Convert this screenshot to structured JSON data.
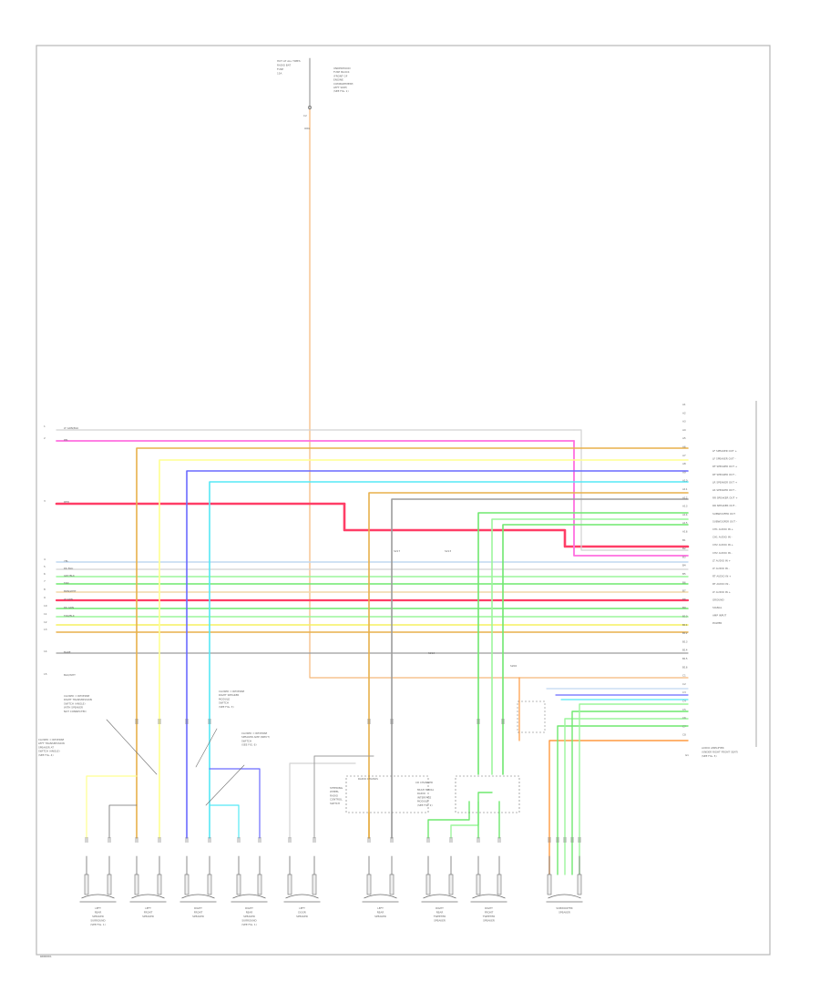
{
  "diagram": {
    "frame_id": "W000001",
    "colors": {
      "frame": "#b8b8b8",
      "ink": "#6e6e6e",
      "wire_orange": "#f5b87a",
      "wire_pink": "#ff6fe0",
      "wire_red": "#ff3d66",
      "wire_blue": "#6a6aff",
      "wire_cyan": "#55e8f5",
      "wire_yellow": "#f5f060",
      "wire_lightyellow": "#ffff90",
      "wire_gold": "#e8b04a",
      "wire_green": "#6fe86f",
      "wire_lightgreen": "#9cf59c",
      "wire_tan": "#f0d8a8",
      "wire_gray": "#9c9c9c",
      "wire_lightgray": "#d2d2d2",
      "wire_lightblue": "#c0d8f0",
      "wire_darkorange": "#ff9a40"
    },
    "top_connector": {
      "lines": [
        "HOT AT ALL TIMES",
        "RADIO BAT",
        "FUSE",
        "15A"
      ],
      "info": [
        "UNDERHOOD",
        "FUSE BLOCK",
        "(FRONT OF",
        "ENGINE",
        "COMPARTMENT,",
        "LEFT SIDE)",
        "(SEE FIG. 1)"
      ],
      "pin": "C2",
      "wire": "ORG"
    },
    "left_pins": [
      "1",
      "2",
      "3",
      "4",
      "5",
      "6",
      "7",
      "8",
      "9",
      "10",
      "11",
      "12",
      "13",
      "14",
      "15"
    ],
    "left_wire_labels": [
      "LT GRN/BLK",
      "PPL",
      "RED",
      "YEL",
      "DK BLU",
      "GRY/BLK",
      "TAN",
      "BRN/WHT",
      "LT GRN",
      "DK GRN",
      "TAN/BLK",
      "BARE",
      "BLK/WHT"
    ],
    "right_pins": [
      "A1",
      "A2",
      "A3",
      "A4",
      "A5",
      "A6",
      "A7",
      "A8",
      "A9",
      "A10",
      "A11",
      "A12",
      "A13",
      "A14",
      "A15",
      "A16",
      "B1",
      "B2",
      "B3",
      "B4",
      "B5",
      "B6",
      "B7",
      "B8",
      "B9",
      "B10",
      "B11",
      "B12",
      "B13",
      "B14",
      "B15",
      "B16",
      "C1",
      "C2",
      "C3",
      "C4",
      "C5",
      "C6",
      "C7",
      "C8"
    ],
    "right_signals": [
      "LF SPEAKER OUT +",
      "LF SPEAKER OUT -",
      "RF SPEAKER OUT +",
      "RF SPEAKER OUT -",
      "LR SPEAKER OUT +",
      "LR SPEAKER OUT -",
      "RR SPEAKER OUT +",
      "RR SPEAKER OUT -",
      "SUBWOOFER OUT",
      "SUBWOOFER OUT -",
      "CH1 AUDIO IN +",
      "CH1 AUDIO IN -",
      "CH2 AUDIO IN +",
      "CH2 AUDIO IN -",
      "LT AUDIO IN +",
      "LT AUDIO IN -",
      "RT AUDIO IN +",
      "RT AUDIO IN -",
      "LT AUDIO IN +",
      "GROUND",
      "SIGNAL",
      "AMP INPUT",
      "POWER"
    ],
    "amplifier": {
      "lines": [
        "AUDIO AMPLIFIER",
        "(UNDER RIGHT FRONT SEAT)",
        "(SEE FIG. 5)"
      ],
      "ground": "G1"
    },
    "note_left": [
      "CLOSED = REVERSE",
      "RIGHT TRANSMISSION",
      "SWITCH (ANGLE)",
      "WITH SPEAKER",
      "NOT CONNECTED"
    ],
    "note_left2": [
      "CLOSED = REVERSE",
      "LEFT TRANSMISSION",
      "SPEAKER AT",
      "SWITCH (ANGLE)",
      "(SEE FIG. 4)"
    ],
    "note_mid1": [
      "CLOSED = REVERSE",
      "RIGHT SPEAKER",
      "MODULE",
      "SWITCH",
      "(SEE FIG. 3)"
    ],
    "note_mid2": [
      "CLOSED = REVERSE",
      "SPEAKER AMP (INPUT)",
      "SWITCH",
      "(SEE FIG. 6)"
    ],
    "splice_labels": [
      "S212",
      "S206",
      "S213",
      "S217"
    ],
    "mid_module_1": {
      "title": "RADIO CHASSIS",
      "lines": [
        "STEERING",
        "WHEEL",
        "RADIO",
        "CONTROL",
        "SWITCH"
      ]
    },
    "mid_module_2": {
      "title": "CD CHANGER",
      "lines": [
        "MULTI MEDIA",
        "RADIO",
        "INTERFACE",
        "MODULE",
        "(SEE FIG. 2)"
      ]
    },
    "speakers": [
      {
        "label": [
          "LEFT",
          "REAR",
          "SPEAKER",
          "SURROUND",
          "(SEE FIG. 1)"
        ]
      },
      {
        "label": [
          "LEFT",
          "FRONT",
          "SPEAKER"
        ]
      },
      {
        "label": [
          "RIGHT",
          "FRONT",
          "SPEAKER"
        ]
      },
      {
        "label": [
          "RIGHT",
          "REAR",
          "SPEAKER",
          "SURROUND",
          "(SEE FIG. 1)"
        ]
      },
      {
        "label": [
          "LEFT",
          "DOOR",
          "SPEAKER"
        ]
      },
      {
        "label": [
          "LEFT",
          "REAR",
          "SPEAKER"
        ]
      },
      {
        "label": [
          "RIGHT",
          "REAR",
          "TWEETER",
          "SPEAKER"
        ]
      },
      {
        "label": [
          "RIGHT",
          "FRONT",
          "TWEETER",
          "SPEAKER"
        ]
      },
      {
        "label": [
          "SUBWOOFER",
          "SPEAKER"
        ]
      }
    ]
  }
}
